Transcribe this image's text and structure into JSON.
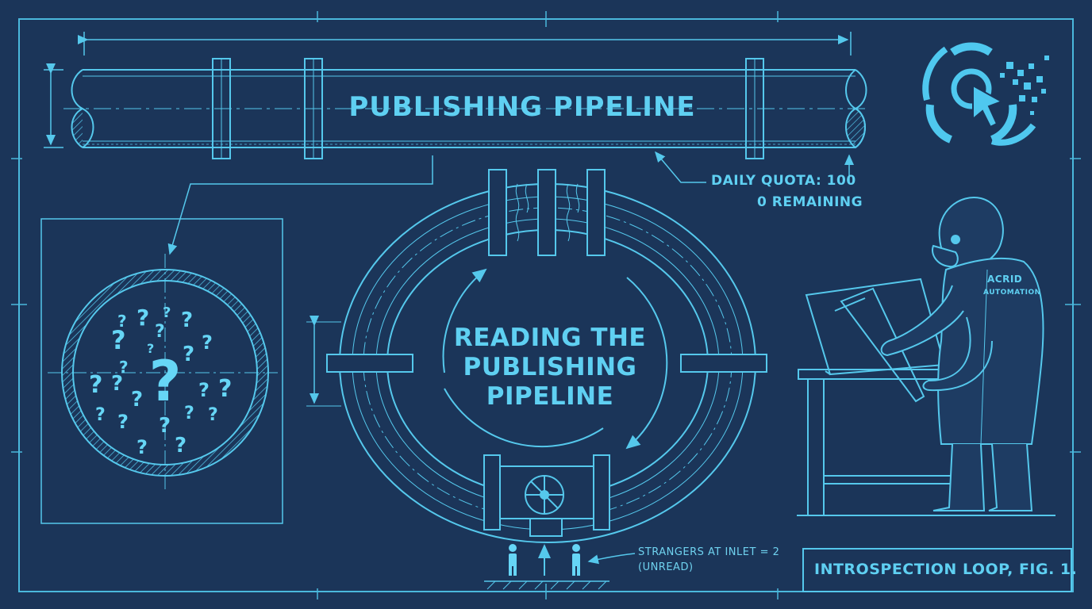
{
  "pipeline": {
    "title": "PUBLISHING PIPELINE"
  },
  "loop": {
    "title": "READING THE PUBLISHING PIPELINE"
  },
  "annotations": {
    "quota": "DAILY QUOTA: 100",
    "remaining": "0 REMAINING",
    "strangers": "STRANGERS AT INLET = 2",
    "unread": "(UNREAD)"
  },
  "figure_caption": "INTROSPECTION LOOP, FIG. 1.",
  "figure_badge": {
    "line1": "ACRID",
    "line2": "AUTOMATION"
  },
  "icons": [
    "biohazard-cursor-logo-icon",
    "question-marks-icon",
    "valve-wheel-icon",
    "person-icon",
    "gorilla-engineer-icon",
    "drafting-table-icon"
  ],
  "colors": {
    "background": "#1b3559",
    "ink": "#55c8ec",
    "ink_bright": "#6fdcff"
  }
}
